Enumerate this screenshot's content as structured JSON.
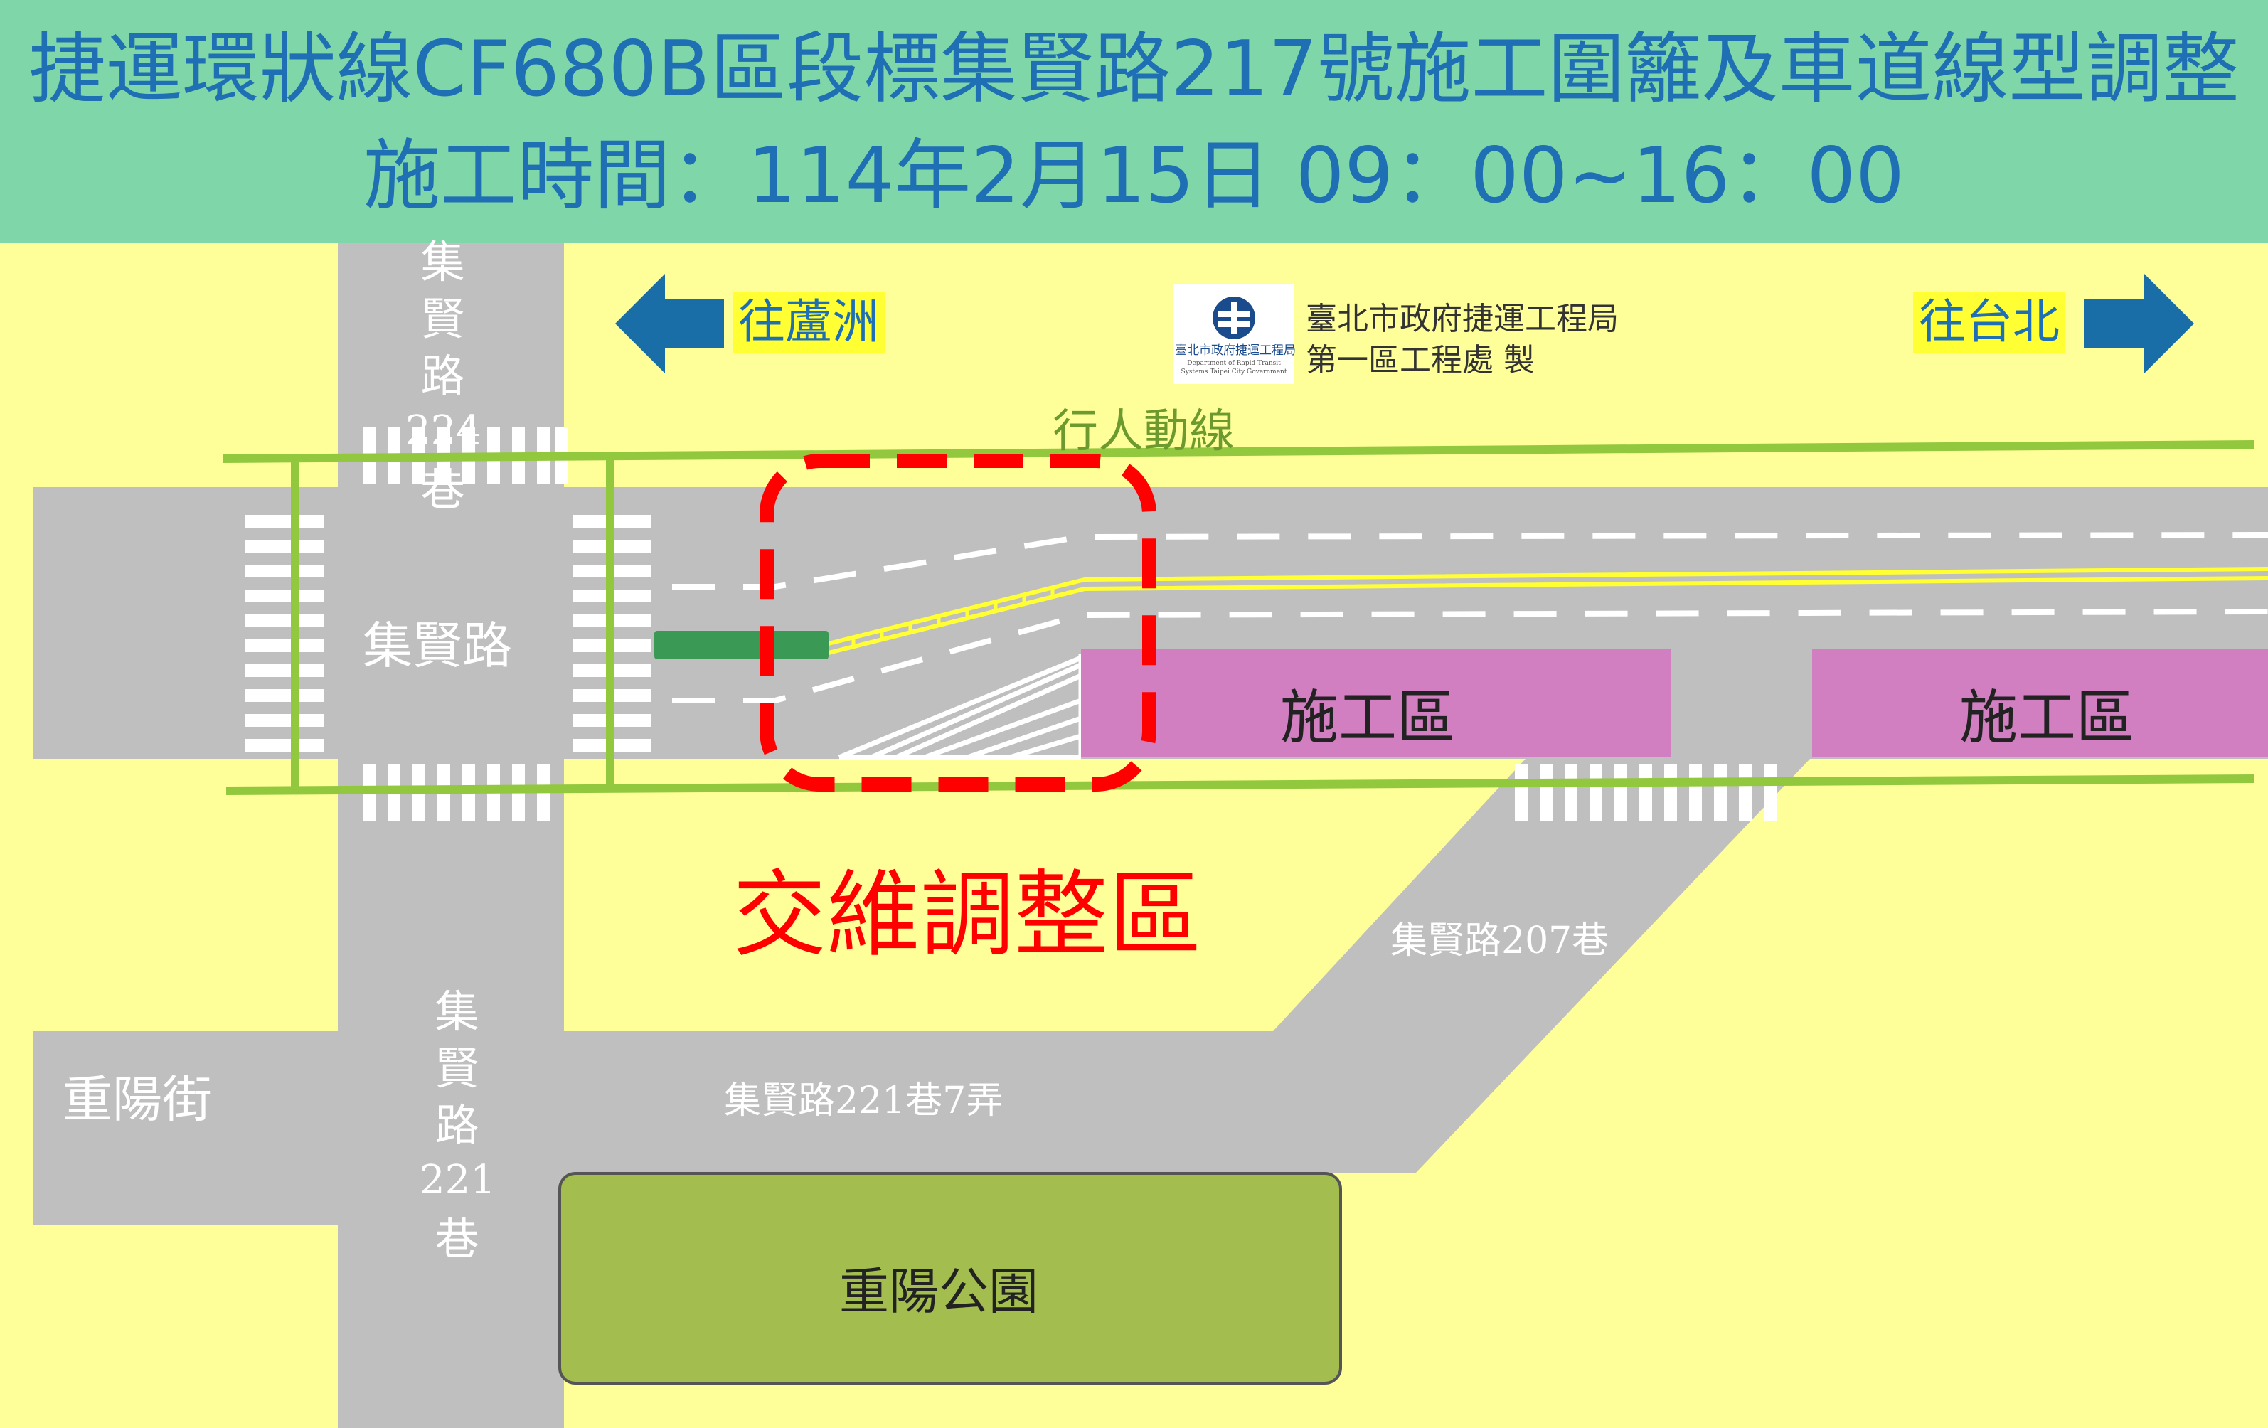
{
  "header": {
    "title": "捷運環狀線CF680B區段標集賢路217號施工圍籬及車道線型調整",
    "time": "施工時間：114年2月15日 09：00~16：00"
  },
  "directions": {
    "left": "往蘆洲",
    "right": "往台北"
  },
  "organization": {
    "line1": "臺北市政府捷運工程局",
    "line2": "第一區工程處 製",
    "logo_text": "臺北市政府捷運工程局",
    "logo_en": "Department of Rapid Transit Systems Taipei City Government"
  },
  "labels": {
    "pedestrian": "行人動線",
    "main_road": "集賢路",
    "construction_1": "施工區",
    "construction_2": "施工區",
    "adjust_zone": "交維調整區",
    "lane_207": "集賢路207巷",
    "lane_221_7": "集賢路221巷7弄",
    "chongyang_st": "重陽街",
    "park": "重陽公園",
    "lane_224": [
      "集",
      "賢",
      "路",
      "224",
      "巷"
    ],
    "lane_221": [
      "集",
      "賢",
      "路",
      "221",
      "巷"
    ]
  },
  "colors": {
    "header_bg": "#7fd6a8",
    "title_blue": "#1f6fb5",
    "background": "#ffff99",
    "road": "#bfbfbf",
    "sidewalk_line": "#92c83e",
    "construction": "#d17fc1",
    "adjust_red": "#ff0000",
    "park": "#a4bd4f",
    "arrow": "#1a6ea8"
  }
}
